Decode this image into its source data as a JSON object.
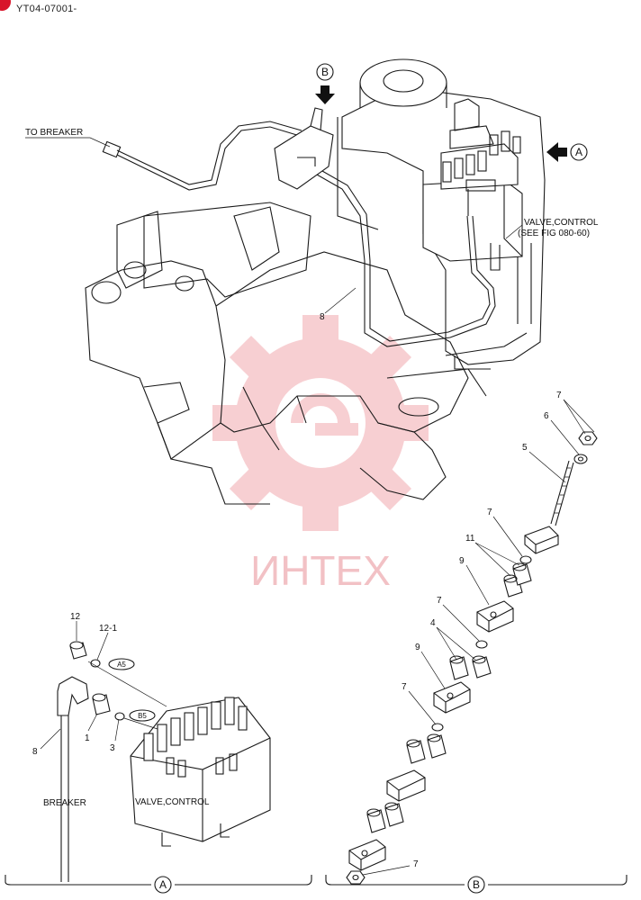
{
  "document": {
    "id": "YT04-07001-"
  },
  "watermark": {
    "text": "ИНТЕХ",
    "color": "#f3b9bd"
  },
  "callouts": {
    "view_a": "A",
    "view_b": "B",
    "to_breaker": "TO BREAKER",
    "valve_control_line1": "VALVE,CONTROL",
    "valve_control_line2": "(SEE FIG 080-60)",
    "detail_a_valve": "VALVE,CONTROL",
    "detail_a_breaker": "BREAKER",
    "detail_a_ports": [
      "A5",
      "B5"
    ]
  },
  "part_numbers": {
    "main_view": [
      "8"
    ],
    "detail_a": [
      "12",
      "12-1",
      "1",
      "3",
      "8"
    ],
    "detail_b": [
      "7",
      "6",
      "5",
      "7",
      "11",
      "9",
      "7",
      "4",
      "9",
      "7",
      "7"
    ]
  },
  "colors": {
    "accent": "#d8142a",
    "line": "#1a1a1a"
  }
}
